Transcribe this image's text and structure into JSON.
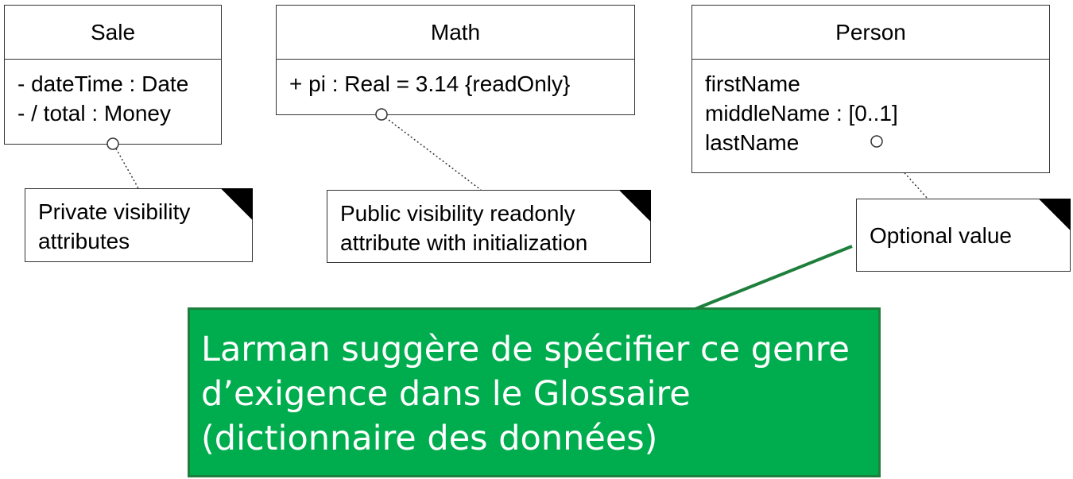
{
  "classes": {
    "sale": {
      "name": "Sale",
      "attributes": [
        "- dateTime : Date",
        "- / total : Money"
      ]
    },
    "math": {
      "name": "Math",
      "attributes": [
        "+ pi : Real = 3.14 {readOnly}"
      ]
    },
    "person": {
      "name": "Person",
      "attributes": [
        "firstName",
        "middleName : [0..1]",
        "lastName"
      ]
    }
  },
  "notes": {
    "private": {
      "lines": [
        "Private visibility",
        "attributes"
      ]
    },
    "public": {
      "lines": [
        "Public visibility readonly",
        "attribute with initialization"
      ]
    },
    "optional": {
      "lines": [
        "Optional value"
      ]
    }
  },
  "callout": {
    "lines": [
      "Larman suggère de spécifier ce genre",
      "d’exigence dans le Glossaire",
      "(dictionnaire des données)"
    ],
    "background_color": "#00ad4e",
    "border_color": "#1e7f3d",
    "text_color": "#ffffff"
  }
}
